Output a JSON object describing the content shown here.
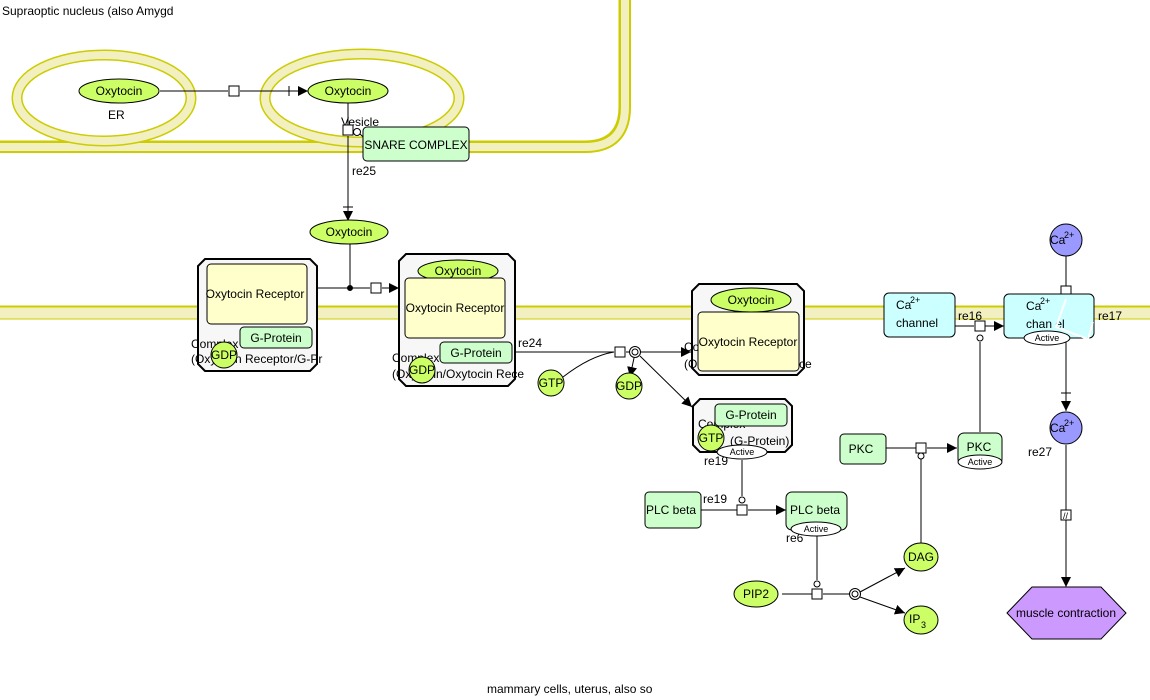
{
  "compartments": {
    "supraoptic": "Supraoptic nucleus (also Amygd",
    "er": "ER",
    "vesicle": "Vesicle",
    "mammary": "mammary cells, uterus, also so"
  },
  "species": {
    "oxytocin_er": "Oxytocin",
    "oxytocin_vesicle": "Oxytocin",
    "oxytocin_free": "Oxytocin",
    "snare": "SNARE COMPLEX",
    "gtp": "GTP",
    "gdp_released": "GDP",
    "plc_beta": "PLC beta",
    "plc_beta_active": "PLC beta",
    "pkc": "PKC",
    "pkc_active": "PKC",
    "dag": "DAG",
    "pip2": "PIP2",
    "ip3": "IP",
    "ip3_sub": "3",
    "ca_top": "Ca",
    "ca_bottom": "Ca",
    "ca_sup": "2+",
    "ca_channel": "Ca",
    "ca_channel_line2": "channel",
    "ca_channel_active": "Ca",
    "ca_channel_active_line2": "chan  el",
    "muscle": "muscle contraction",
    "active": "Active"
  },
  "complexes": {
    "c1": {
      "receptor": "Oxytocin Receptor",
      "gprotein": "G-Protein",
      "gdp": "GDP",
      "label1": "Complex",
      "label2": "(Oxytocin Receptor/G-Pr"
    },
    "c2": {
      "oxytocin": "Oxytocin",
      "receptor": "Oxytocin Receptor",
      "gprotein": "G-Protein",
      "gdp": "GDP",
      "label1": "Complex",
      "label2": "(Oxytocin/Oxytocin Rece"
    },
    "c3": {
      "oxytocin": "Oxytocin",
      "receptor": "Oxytocin Receptor",
      "label1": "Co",
      "label2": "(O",
      "label2b": "ce"
    },
    "c4": {
      "gprotein": "G-Protein",
      "gtp": "GTP",
      "label1": "Complex",
      "label2": "(G-Protein)"
    }
  },
  "reactions": {
    "re25": "re25",
    "re24": "re24",
    "re19a": "re19",
    "re19b": "re19",
    "re6": "re6",
    "re16": "re16",
    "re17": "re17",
    "re27": "re27"
  },
  "colors": {
    "membrane": "#f2f0c0",
    "membrane_edge": "#cccc00",
    "simple_molecule": "#ccff66",
    "protein": "#ccffcc",
    "receptor": "#ffffcc",
    "ion": "#9999ff",
    "channel": "#ccffff",
    "phenotype": "#cc99ff",
    "complex": "#f7f7f7"
  }
}
